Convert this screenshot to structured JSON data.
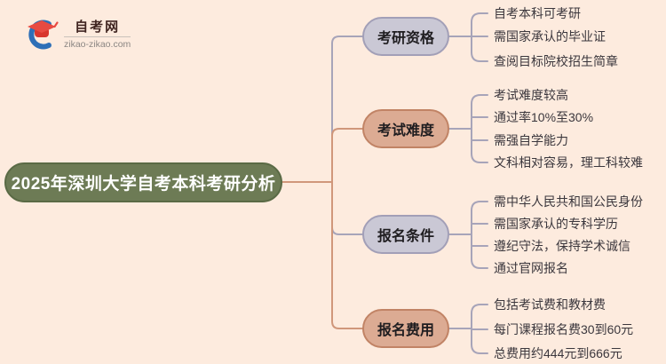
{
  "logo": {
    "title": "自考网",
    "domain": "zikao-zikao.com"
  },
  "root": {
    "title": "2025年深圳大学自考本科考研分析"
  },
  "branches": [
    {
      "label": "考研资格",
      "theme": "gray",
      "leaves": [
        "自考本科可考研",
        "需国家承认的毕业证",
        "查阅目标院校招生简章"
      ]
    },
    {
      "label": "考试难度",
      "theme": "salmon",
      "leaves": [
        "考试难度较高",
        "通过率10%至30%",
        "需强自学能力",
        "文科相对容易，理工科较难"
      ]
    },
    {
      "label": "报名条件",
      "theme": "gray",
      "leaves": [
        "需中华人民共和国公民身份",
        "需国家承认的专科学历",
        "遵纪守法，保持学术诚信",
        "通过官网报名"
      ]
    },
    {
      "label": "报名费用",
      "theme": "salmon",
      "leaves": [
        "包括考试费和教材费",
        "每门课程报名费30到60元",
        "总费用约444元到666元"
      ]
    }
  ],
  "colors": {
    "background": "#fdebde",
    "root_fill": "#6d7b55",
    "root_border": "#5a6a45",
    "gray_fill": "#cac8d5",
    "gray_border": "#a29fb7",
    "salmon_fill": "#dcab93",
    "salmon_border": "#c18365",
    "line_gray": "#a7a4b9",
    "line_salmon": "#d0977b",
    "logo_blue": "#2e6fb7",
    "logo_red": "#e84a42"
  }
}
